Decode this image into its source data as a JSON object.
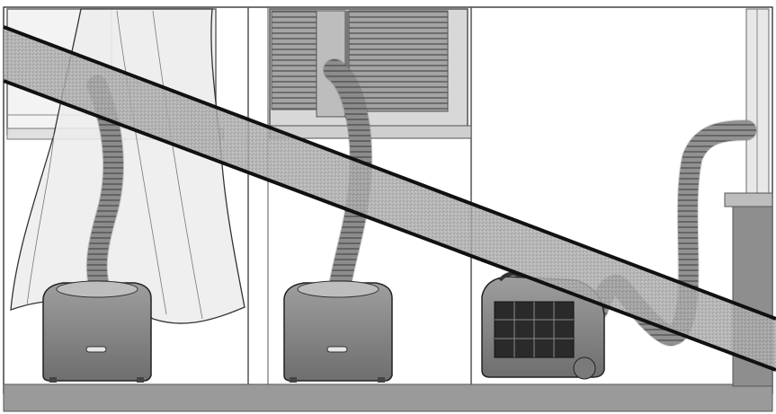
{
  "illustration": {
    "panels": [
      {
        "id": "left",
        "window": "curtain",
        "hose_route": "through-curtain"
      },
      {
        "id": "middle",
        "window": "shutters",
        "hose_route": "through-window-gap"
      },
      {
        "id": "right",
        "window": "none",
        "hose_route": "loose-coiled"
      }
    ],
    "icons": [
      "portable-ac-icon",
      "exhaust-hose-icon",
      "curtain-icon",
      "shutter-icon",
      "strike-band-icon"
    ],
    "colors": {
      "background": "#ffffff",
      "floor": "#9a9a9a",
      "unit_body": "#8a8a8a",
      "unit_dark": "#5c5c5c",
      "hose": "#9c9c9c",
      "strike_band": "#a8a8a8",
      "outline": "#111111"
    }
  }
}
